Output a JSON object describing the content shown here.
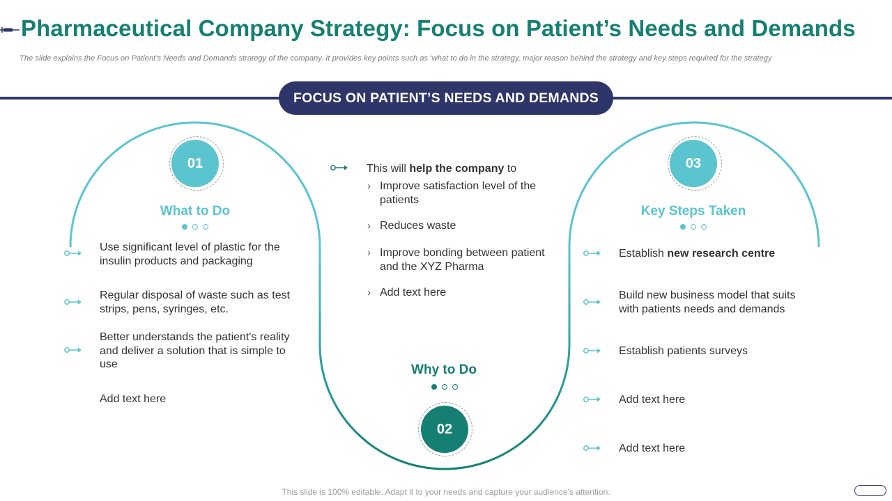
{
  "header": {
    "title": "Pharmaceutical Company Strategy: Focus on Patient’s Needs and Demands",
    "subtitle": "The slide explains the Focus on Patient’s Needs and Demands strategy of the company. It provides key points such as ‘what to do in the strategy, major reason behind the strategy and key steps required for the strategy"
  },
  "banner": {
    "label": "FOCUS ON PATIENT’S NEEDS AND DEMANDS"
  },
  "colors": {
    "accent_light": "#5ac4cf",
    "accent_dark": "#167f74",
    "navy": "#2e3568"
  },
  "what_to_do": {
    "number": "01",
    "heading": "What to Do",
    "items": [
      "Use significant level of plastic for the insulin products and packaging",
      "Regular disposal of waste such as test strips, pens, syringes, etc.",
      "Better understands the patient's reality and deliver a solution that is simple to use",
      "Add text here"
    ]
  },
  "why_to_do": {
    "number": "02",
    "heading": "Why to Do",
    "intro_prefix": "This will ",
    "intro_bold": "help the company",
    "intro_suffix": " to",
    "items": [
      "Improve satisfaction level of the patients",
      "Reduces waste",
      "Improve bonding between patient and the XYZ Pharma",
      "Add text here"
    ]
  },
  "key_steps": {
    "number": "03",
    "heading": "Key Steps Taken",
    "item0_prefix": "Establish ",
    "item0_bold": "new research centre",
    "items": [
      "Build new business model that suits with patients needs and demands",
      "Establish patients surveys",
      "Add text here",
      "Add text here"
    ]
  },
  "footer": {
    "note": "This slide is 100% editable. Adapt it to your needs and capture your audience's attention."
  }
}
